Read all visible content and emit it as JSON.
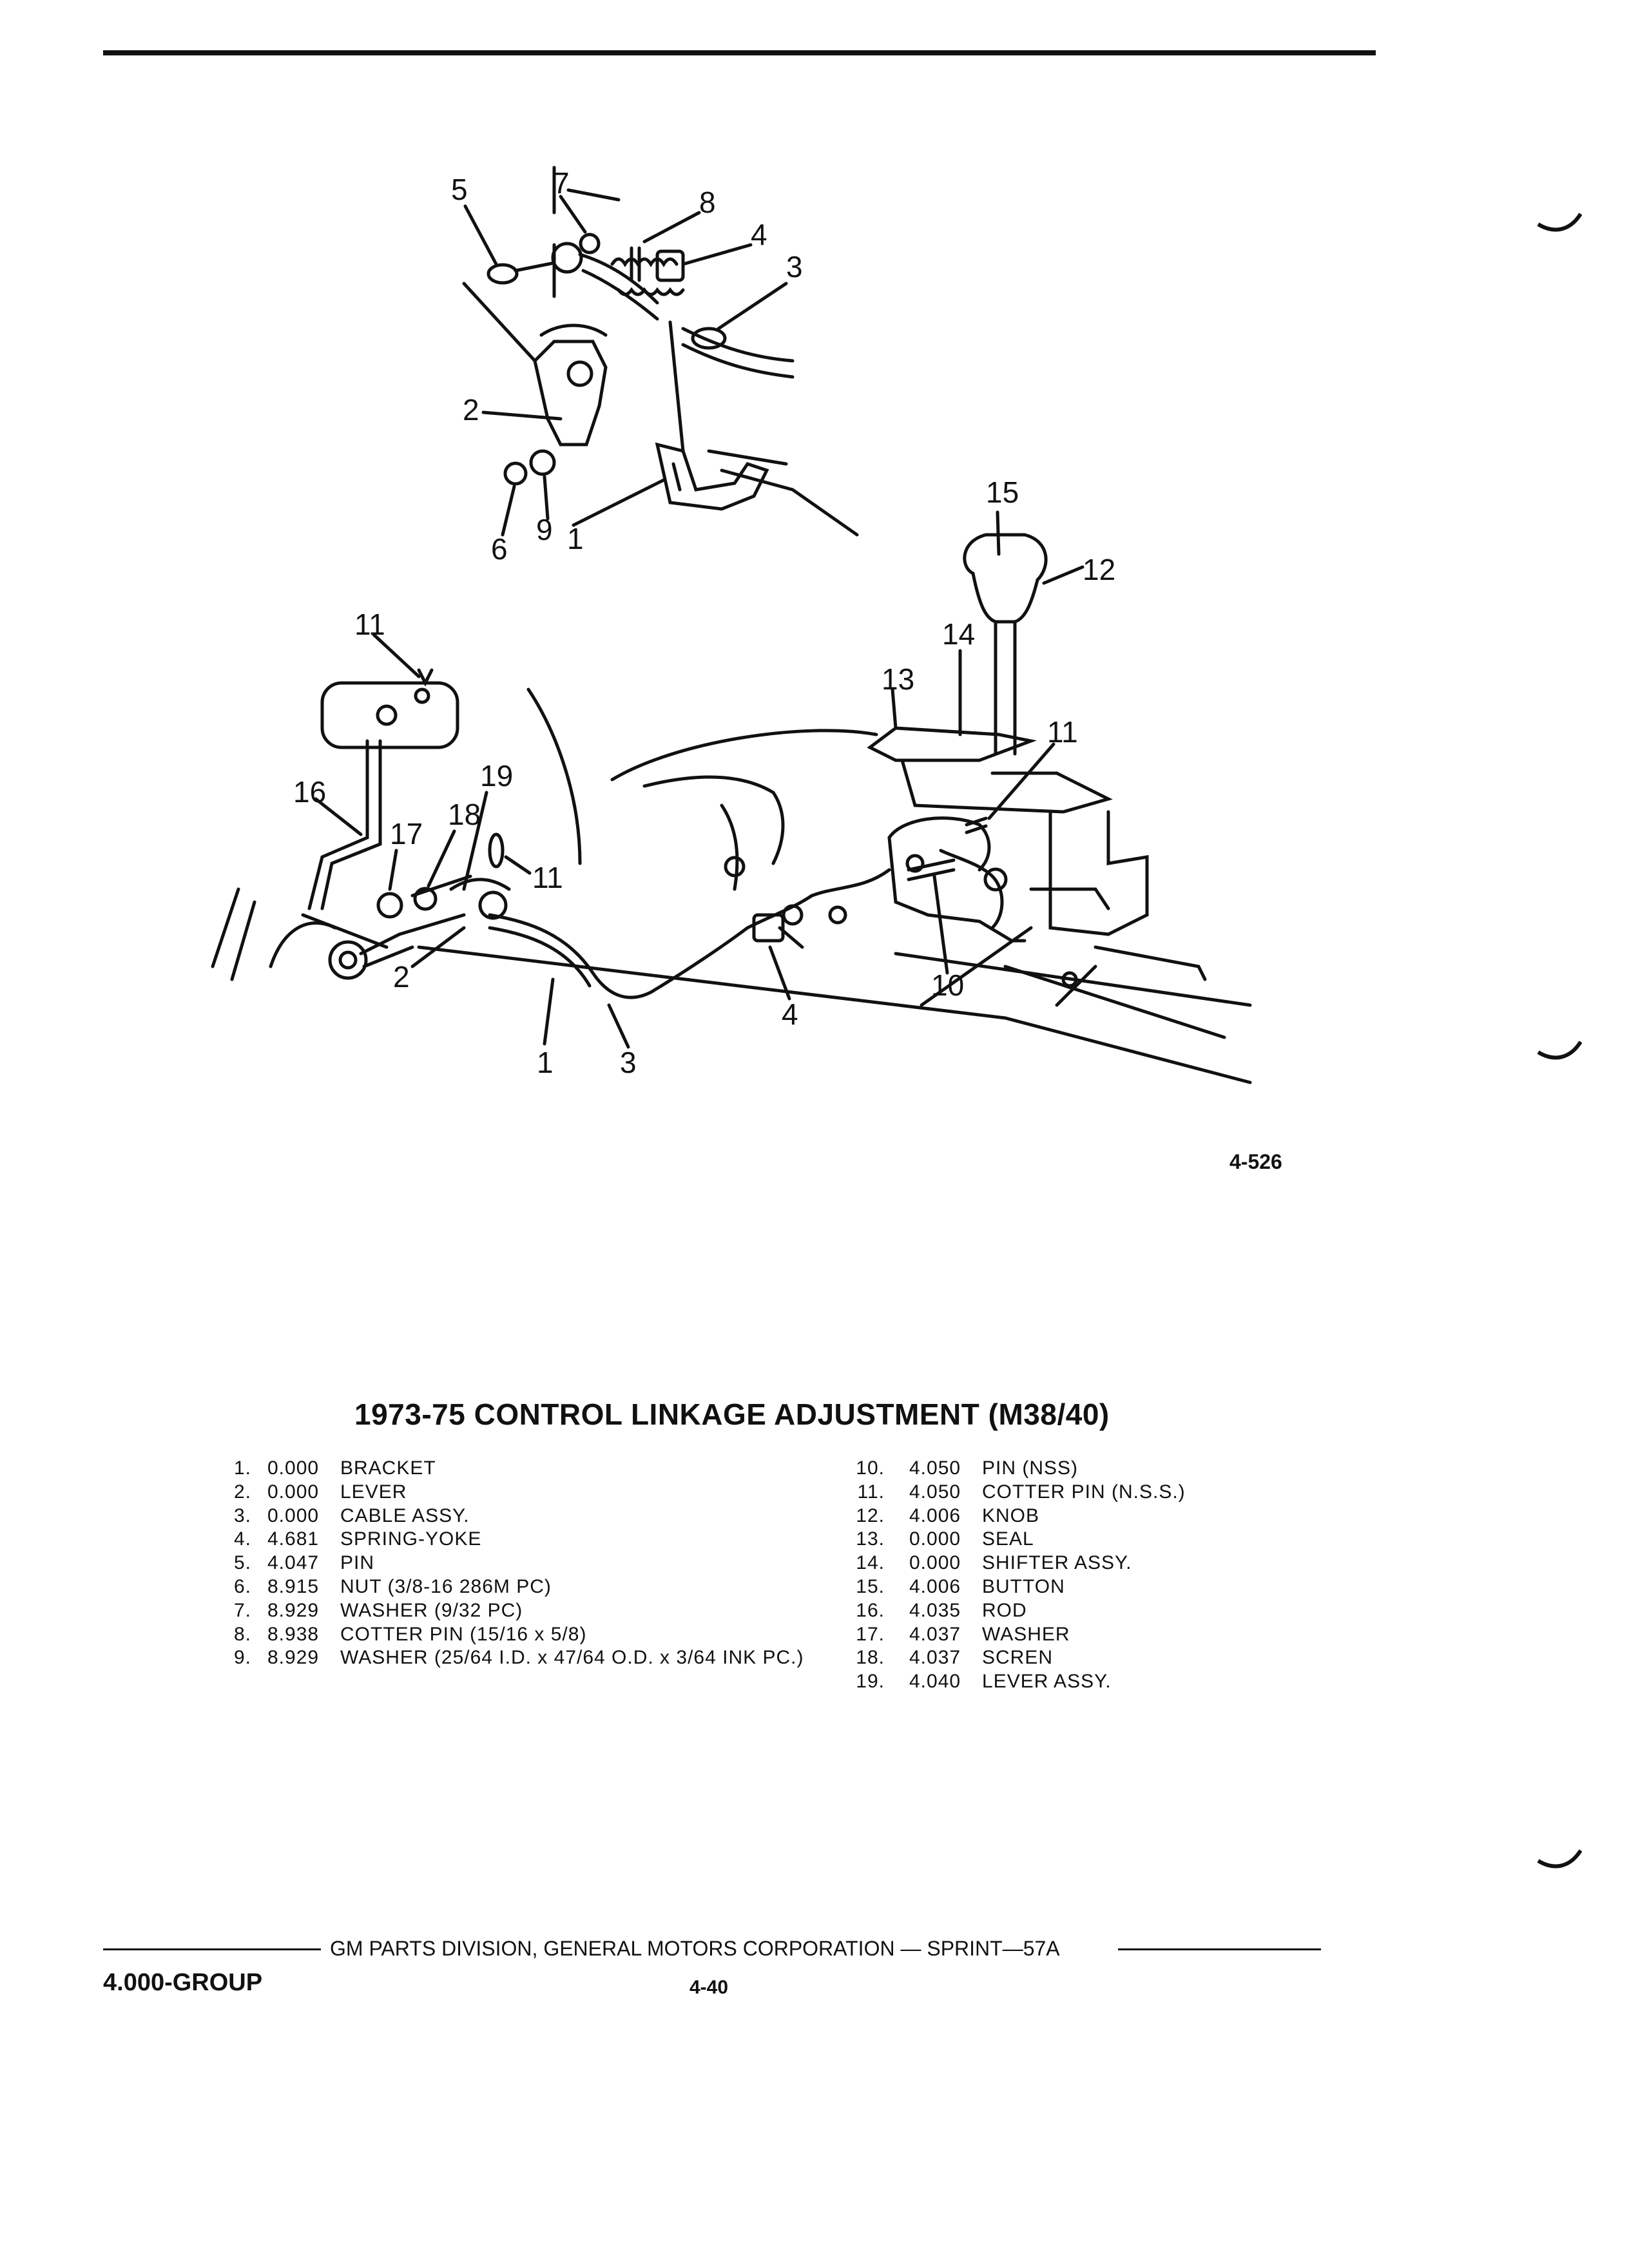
{
  "figure_number": "4-526",
  "title": "1973-75 CONTROL LINKAGE ADJUSTMENT (M38/40)",
  "callouts": {
    "c1": "1",
    "c2": "2",
    "c3": "3",
    "c4": "4",
    "c5": "5",
    "c6": "6",
    "c7": "7",
    "c8": "8",
    "c9": "9",
    "c10": "10",
    "c11": "11",
    "c12": "12",
    "c13": "13",
    "c14": "14",
    "c15": "15",
    "c16": "16",
    "c17": "17",
    "c18": "18",
    "c19": "19"
  },
  "parts_left": [
    {
      "num": "1.",
      "code": "0.000",
      "desc": "BRACKET"
    },
    {
      "num": "2.",
      "code": "0.000",
      "desc": "LEVER"
    },
    {
      "num": "3.",
      "code": "0.000",
      "desc": "CABLE ASSY."
    },
    {
      "num": "4.",
      "code": "4.681",
      "desc": "SPRING-YOKE"
    },
    {
      "num": "5.",
      "code": "4.047",
      "desc": "PIN"
    },
    {
      "num": "6.",
      "code": "8.915",
      "desc": "NUT (3/8-16 286M PC)"
    },
    {
      "num": "7.",
      "code": "8.929",
      "desc": "WASHER (9/32 PC)"
    },
    {
      "num": "8.",
      "code": "8.938",
      "desc": "COTTER PIN (15/16 x 5/8)"
    },
    {
      "num": "9.",
      "code": "8.929",
      "desc": "WASHER (25/64 I.D. x 47/64 O.D. x 3/64 INK PC.)"
    }
  ],
  "parts_right": [
    {
      "num": "10.",
      "code": "4.050",
      "desc": "PIN (NSS)"
    },
    {
      "num": "11.",
      "code": "4.050",
      "desc": "COTTER PIN (N.S.S.)"
    },
    {
      "num": "12.",
      "code": "4.006",
      "desc": "KNOB"
    },
    {
      "num": "13.",
      "code": "0.000",
      "desc": "SEAL"
    },
    {
      "num": "14.",
      "code": "0.000",
      "desc": "SHIFTER ASSY."
    },
    {
      "num": "15.",
      "code": "4.006",
      "desc": "BUTTON"
    },
    {
      "num": "16.",
      "code": "4.035",
      "desc": "ROD"
    },
    {
      "num": "17.",
      "code": "4.037",
      "desc": "WASHER"
    },
    {
      "num": "18.",
      "code": "4.037",
      "desc": "SCREN"
    },
    {
      "num": "19.",
      "code": "4.040",
      "desc": "LEVER ASSY."
    }
  ],
  "footer": {
    "publisher": "GM PARTS DIVISION, GENERAL MOTORS CORPORATION — SPRINT—57A",
    "group": "4.000-GROUP",
    "page": "4-40"
  }
}
